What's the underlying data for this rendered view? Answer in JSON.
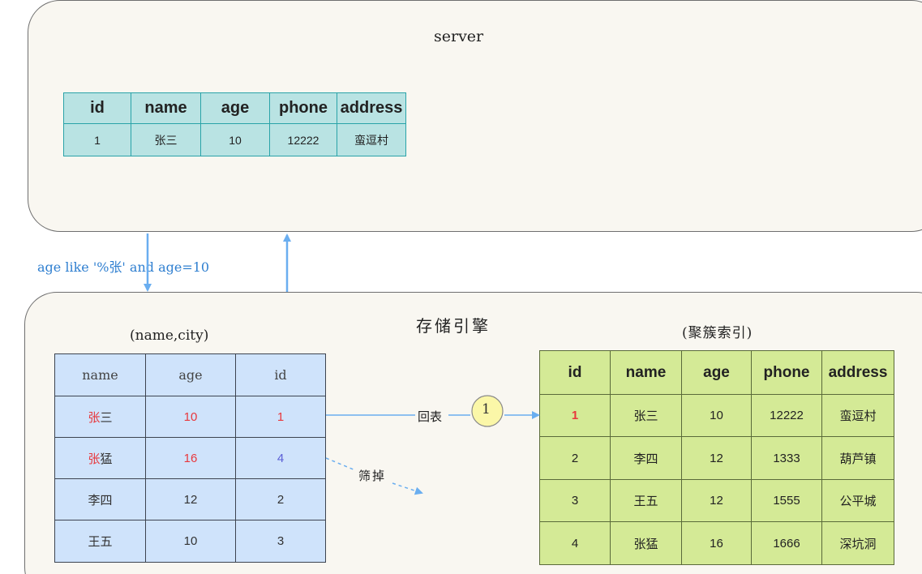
{
  "server": {
    "title": "server",
    "table": {
      "headers": [
        "id",
        "name",
        "age",
        "phone",
        "address"
      ],
      "rows": [
        [
          "1",
          "张三",
          "10",
          "12222",
          "蛮逗村"
        ]
      ]
    }
  },
  "query_condition": "age like '%张' and age=10",
  "engine": {
    "title": "存储引擎",
    "index_table": {
      "caption": "(name,city)",
      "headers": [
        "name",
        "age",
        "id"
      ],
      "rows": [
        [
          "张三",
          "10",
          "1"
        ],
        [
          "张猛",
          "16",
          "4"
        ],
        [
          "李四",
          "12",
          "2"
        ],
        [
          "王五",
          "10",
          "3"
        ]
      ]
    },
    "cluster_table": {
      "caption": "(聚簇索引)",
      "headers": [
        "id",
        "name",
        "age",
        "phone",
        "address"
      ],
      "rows": [
        [
          "1",
          "张三",
          "10",
          "12222",
          "蛮逗村"
        ],
        [
          "2",
          "李四",
          "12",
          "1333",
          "葫芦镇"
        ],
        [
          "3",
          "王五",
          "12",
          "1555",
          "公平城"
        ],
        [
          "4",
          "张猛",
          "16",
          "1666",
          "深坑洞"
        ]
      ]
    },
    "lookup_label": "回表",
    "step_number": "1",
    "filter_label": "筛掉"
  },
  "colors": {
    "arrow": "#6aaef0",
    "highlight_red": "#e8383d",
    "highlight_blue": "#5b5fd6",
    "query_text": "#2f7fd0"
  }
}
